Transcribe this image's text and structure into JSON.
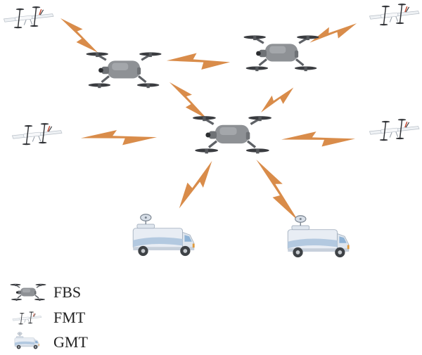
{
  "diagram": {
    "node_types": {
      "fbs": {
        "icon": "quadcopter-drone-icon"
      },
      "fmt": {
        "icon": "fixed-wing-vtol-uav-icon"
      },
      "gmt": {
        "icon": "satellite-van-icon"
      }
    },
    "links": {
      "icon": "lightning-bolt-icon",
      "color": "#d98c4a"
    }
  },
  "legend": {
    "items": [
      {
        "icon": "quadcopter-drone-icon",
        "label": "FBS"
      },
      {
        "icon": "fixed-wing-vtol-uav-icon",
        "label": "FMT"
      },
      {
        "icon": "satellite-van-icon",
        "label": "GMT"
      }
    ]
  },
  "colors": {
    "link": "#d98c4a",
    "drone_body": "#8e9195",
    "uav_body": "#eef1f4",
    "van_body": "#e8edf4",
    "van_accent": "#8fb3d6",
    "text": "#222222"
  }
}
